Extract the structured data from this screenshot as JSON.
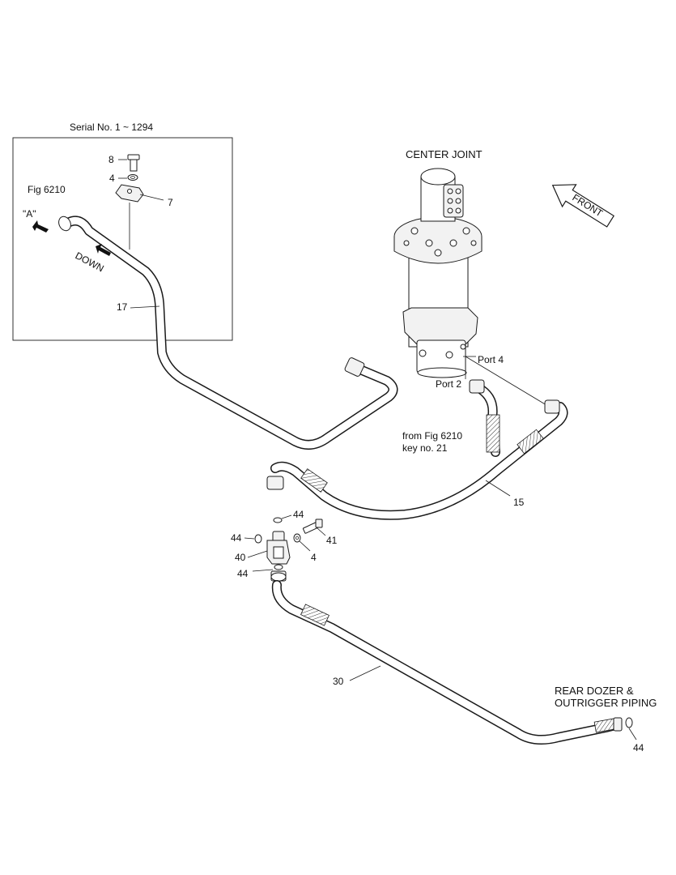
{
  "inset": {
    "serial_label": "Serial No. 1 ~ 1294"
  },
  "labels": {
    "center_joint": "CENTER JOINT",
    "front": "FRONT",
    "fig_ref": "Fig 6210",
    "view_a": "\"A\"",
    "down": "DOWN",
    "port4": "Port 4",
    "port2": "Port 2",
    "from_fig_line1": "from Fig 6210",
    "from_fig_line2": "key no. 21",
    "rear_line1": "REAR DOZER &",
    "rear_line2": "OUTRIGGER PIPING"
  },
  "callouts": {
    "c8": "8",
    "c4a": "4",
    "c7": "7",
    "c17": "17",
    "c15": "15",
    "c44a": "44",
    "c44b": "44",
    "c41": "41",
    "c4b": "4",
    "c40": "40",
    "c44c": "44",
    "c30": "30",
    "c44d": "44"
  }
}
